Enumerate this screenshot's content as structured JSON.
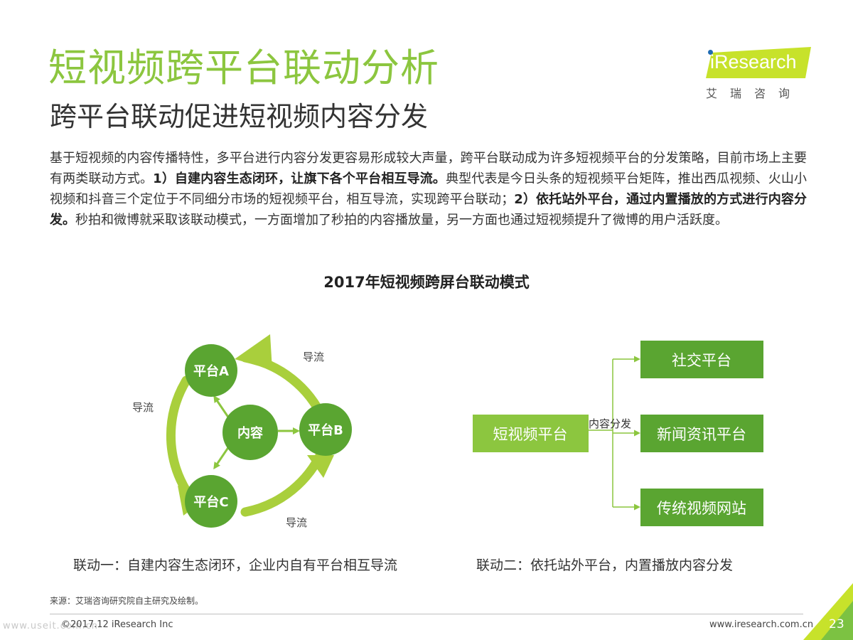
{
  "header": {
    "title": "短视频跨平台联动分析",
    "subtitle": "跨平台联动促进短视频内容分发"
  },
  "logo": {
    "text": "iResearch",
    "cn": "艾瑞咨询"
  },
  "paragraph": {
    "p1": "基于短视频的内容传播特性，多平台进行内容分发更容易形成较大声量，跨平台联动成为许多短视频平台的分发策略，目前市场上主要有两类联动方式。",
    "b1": "1）自建内容生态闭环，让旗下各个平台相互导流。",
    "p2": "典型代表是今日头条的短视频平台矩阵，推出西瓜视频、火山小视频和抖音三个定位于不同细分市场的短视频平台，相互导流，实现跨平台联动；",
    "b2": "2）依托站外平台，通过内置播放的方式进行内容分发。",
    "p3": "秒拍和微博就采取该联动模式，一方面增加了秒拍的内容播放量，另一方面也通过短视频提升了微博的用户活跃度。"
  },
  "diagram": {
    "title": "2017年短视频跨屏台联动模式",
    "left": {
      "center": "内容",
      "node_a": "平台A",
      "node_b": "平台B",
      "node_c": "平台C",
      "flow_top": "导流",
      "flow_left": "导流",
      "flow_bottom": "导流",
      "caption": "联动一：自建内容生态闭环，企业内自有平台相互导流"
    },
    "right": {
      "source": "短视频平台",
      "edge_label": "内容分发",
      "targets": [
        "社交平台",
        "新闻资讯平台",
        "传统视频网站"
      ],
      "caption": "联动二：依托站外平台，内置播放内容分发"
    }
  },
  "footer": {
    "source": "来源：艾瑞咨询研究院自主研究及绘制。",
    "copyright": "©2017.12 iResearch Inc",
    "url": "www.iresearch.com.cn",
    "page": "23",
    "watermark": "www.useit.com.cn"
  },
  "colors": {
    "title_green": "#8cc63f",
    "node_green": "#5aa531",
    "box_green": "#6cb33e",
    "light_green": "#8cc63f",
    "cycle_green": "#a9cf3c",
    "logo_yellow": "#c7e22b"
  }
}
